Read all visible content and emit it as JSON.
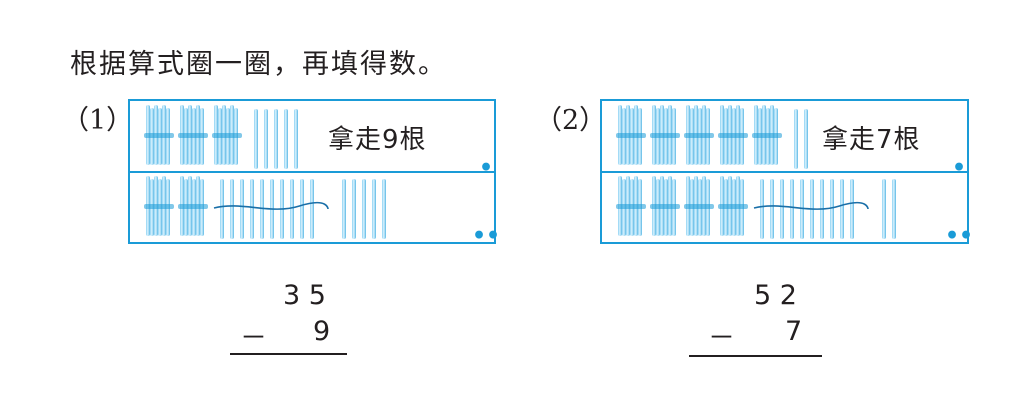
{
  "instruction": "根据算式圈一圈，再填得数。",
  "problems": [
    {
      "label": "（1）",
      "take_away": "拿走9根",
      "top_row": {
        "bundles": 3,
        "singles": 5
      },
      "bottom_row": {
        "bundles": 2,
        "crossed_singles": 10,
        "singles": 5
      },
      "top_marker": "•",
      "bottom_marker": "••",
      "minuend": "3 5",
      "minus_sign": "－",
      "subtrahend": "9"
    },
    {
      "label": "（2）",
      "take_away": "拿走7根",
      "top_row": {
        "bundles": 5,
        "singles": 2
      },
      "bottom_row": {
        "bundles": 4,
        "crossed_singles": 10,
        "singles": 2
      },
      "top_marker": "•",
      "bottom_marker": "••",
      "minuend": "5 2",
      "minus_sign": "－",
      "subtrahend": "7"
    }
  ],
  "colors": {
    "frame": "#1a9bd7",
    "rod": "#8fd3f4",
    "text": "#231f20"
  }
}
